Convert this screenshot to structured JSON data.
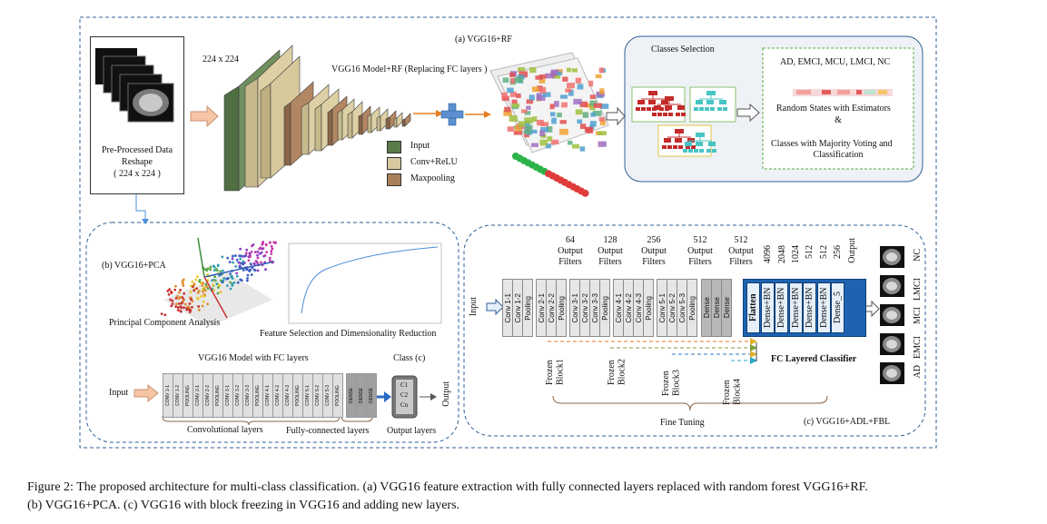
{
  "top": {
    "title": "(a) VGG16+RF",
    "input_label": [
      "Pre-Processed Data",
      "Reshape",
      "( 224 x 224 )"
    ],
    "size_label": "224 x 224",
    "model_label": "VGG16 Model+RF (Replacing FC layers )",
    "legend": [
      "Input",
      "Conv+ReLU",
      "Maxpooling"
    ],
    "classes_selection": "Classes Selection",
    "classes_list": "AD, EMCI, MCU, LMCI, NC",
    "random_states": "Random States with Estimators",
    "amp": "&",
    "majority": "Classes  with Majority Voting and",
    "classification": "Classification"
  },
  "pca": {
    "title": "(b) VGG16+PCA",
    "pca_label": "Principal Component Analysis",
    "fs_label": "Feature Selection and Dimensionality Reduction",
    "vgg_fc_title": "VGG16 Model with FC layers",
    "input": "Input",
    "class_label": "Class (c)",
    "output": "Output",
    "conv_layers": "Convolutional layers",
    "fc_layers": "Fully-connected layers",
    "output_layers": "Output layers",
    "small_layers": [
      "CONV 1-1",
      "CONV 1-2",
      "POOLING",
      "CONV 2-1",
      "CONV 2-2",
      "POOLING",
      "CONV 3-1",
      "CONV 3-2",
      "CONV 3-3",
      "POOLING",
      "CONV 4-1",
      "CONV 4-2",
      "CONV 4-3",
      "POOLING",
      "CONV 5-1",
      "CONV 5-2",
      "CONV 5-3",
      "POOLING",
      "DENSE",
      "DENSE",
      "DENSE"
    ],
    "small_outputs": [
      "C1",
      "C2",
      "Cn"
    ]
  },
  "adl": {
    "title": "(c) VGG16+ADL+FBL",
    "input": "Input",
    "filters": [
      {
        "num": "64",
        "l1": "Output",
        "l2": "Filters"
      },
      {
        "num": "128",
        "l1": "Output",
        "l2": "Filters"
      },
      {
        "num": "256",
        "l1": "Output",
        "l2": "Filters"
      },
      {
        "num": "512",
        "l1": "Output",
        "l2": "Filters"
      },
      {
        "num": "512",
        "l1": "Output",
        "l2": "Filters"
      }
    ],
    "layers": [
      "Conv 1-1",
      "Conv 1-2",
      "Pooling",
      "Conv 2-1",
      "Conv 2-2",
      "Pooling",
      "Conv 3-1",
      "Conv 3-2",
      "Conv 3-3",
      "Pooling",
      "Conv 4-1",
      "Conv 4-2",
      "Conv 4-3",
      "Pooling",
      "Conv 5-1",
      "Conv 5-2",
      "Conv 5-3",
      "Pooling",
      "Dense",
      "Dense",
      "Dense"
    ],
    "fc_sizes": [
      "4096",
      "2048",
      "1024",
      "512",
      "512",
      "256",
      "Output"
    ],
    "fc_layers": [
      "Flatten",
      "Dense+BN",
      "Dense+BN",
      "Dense+BN",
      "Dense+BN",
      "Dense+BN",
      "Dense_5"
    ],
    "frozen": [
      "Frozen Block1",
      "Frozen Block2",
      "Frozen Block3",
      "Frozen Block4"
    ],
    "fc_classifier": "FC Layered Classifier",
    "fine_tuning": "Fine Tuning",
    "classes": [
      "NC",
      "LMCI",
      "MCI",
      "EMCI",
      "AD"
    ]
  },
  "caption": {
    "line1": "Figure 2: The proposed architecture for multi-class classification. (a) VGG16 feature extraction with fully connected layers replaced with random forest VGG16+RF.",
    "line2": "(b) VGG16+PCA. (c) VGG16 with block freezing in VGG16 and adding new layers."
  },
  "colors": {
    "dashed_border": "#2f5f95",
    "input_layer": "#5a7a4a",
    "conv_layer": "#d7c9a0",
    "pool_layer": "#a9805a",
    "arrow_fill": "#f6c5a6",
    "fc_blue": "#1e63b0"
  }
}
